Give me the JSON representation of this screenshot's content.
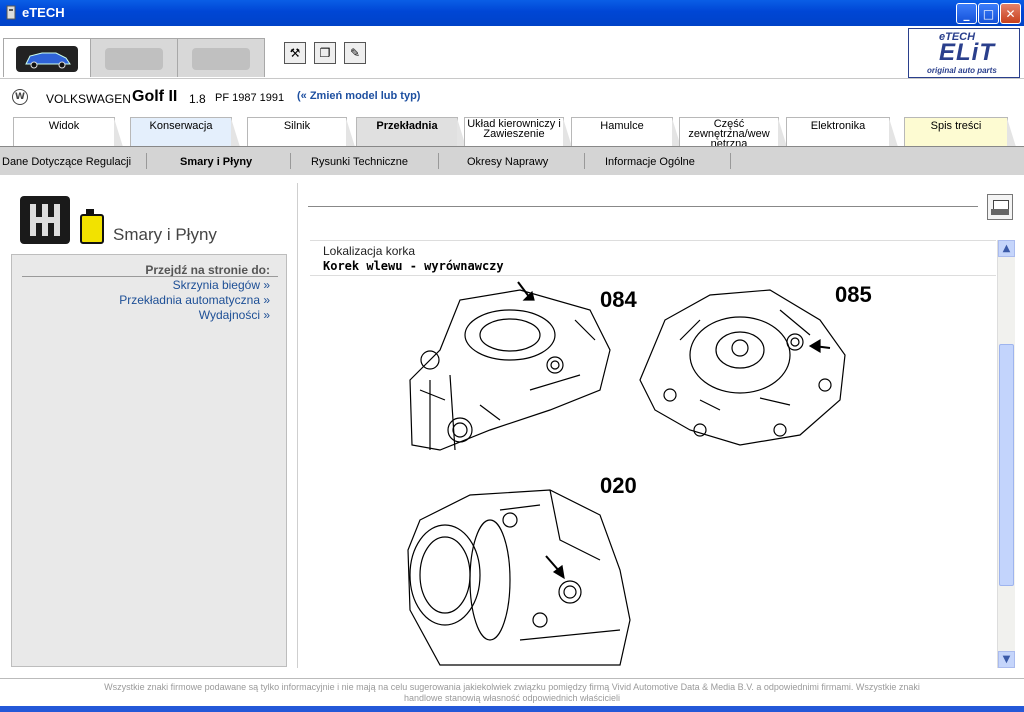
{
  "window": {
    "title": "eTECH",
    "controls": {
      "minimize": "_",
      "maximize": "□",
      "close": "✕"
    }
  },
  "toolbar": {
    "vehicle_tabs": [
      "car-icon",
      "truck-icon",
      "van-icon"
    ],
    "buttons": [
      "tools-icon",
      "copy-icon",
      "pencil-icon"
    ],
    "logo": {
      "brand_small": "eTECH",
      "brand_large": "ELiT",
      "tagline": "original auto parts"
    }
  },
  "vehicle": {
    "make": "VOLKSWAGEN",
    "model": "Golf II",
    "engine": "1.8",
    "code": "PF 1987 1991",
    "change_link": "(« Zmień model lub typ)"
  },
  "category_tabs": [
    {
      "label": "Widok"
    },
    {
      "label": "Konserwacja"
    },
    {
      "label": "Silnik"
    },
    {
      "label": "Przekładnia"
    },
    {
      "label": "Układ kierowniczy i Zawieszenie"
    },
    {
      "label": "Hamulce"
    },
    {
      "label": "Część zewnętrzna/wew nętrzna"
    },
    {
      "label": "Elektronika"
    },
    {
      "label": "Spis treści"
    }
  ],
  "subnav": [
    "Dane Dotyczące Regulacji",
    "Smary i Płyny",
    "Rysunki Techniczne",
    "Okresy Naprawy",
    "Informacje Ogólne"
  ],
  "left_panel": {
    "title": "Smary i Płyny",
    "goto_heading": "Przejdź na stronie do:",
    "links": [
      "Skrzynia biegów »",
      "Przekładnia automatyczna »",
      "Wydajności »"
    ]
  },
  "content": {
    "location_label": "Lokalizacja korka",
    "location_value": "Korek wlewu - wyrównawczy",
    "figures": [
      "084",
      "085",
      "020"
    ],
    "scroll_position": 0.25
  },
  "footer": {
    "line1": "Wszystkie znaki firmowe podawane są tylko informacyjnie i nie mają na celu sugerowania jakiekolwiek związku pomiędzy firmą Vivid Automotive Data & Media B.V. a odpowiednimi firmami. Wszystkie znaki",
    "line2": "handlowe stanowią własność odpowiednich właścicieli"
  },
  "colors": {
    "titlebar": "#0046d5",
    "link": "#1d4f96",
    "tab_blue": "#e4effc",
    "tab_yellow": "#fdfbd2"
  }
}
